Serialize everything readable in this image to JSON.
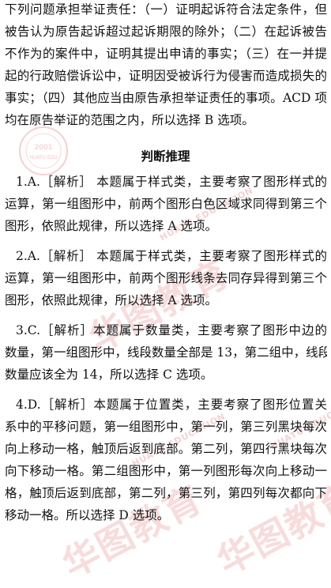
{
  "top_paragraph": [
    "下列问题承担举证责任：（一）证明起诉符合法定条件，但",
    "被告认为原告起诉超过起诉期限的除外；（二）在起诉被告",
    "不作为的案件中，证明其提出申请的事实；（三）在一并提",
    "起的行政赔偿诉讼中，证明因受被诉行为侵害而造成损失的",
    "事实；（四）其他应当由原告承担举证责任的事项。ACD 项",
    "均在原告举证的范围之内，所以选择 B 选项。"
  ],
  "section_title": "判断推理",
  "answers": [
    {
      "lines": [
        "1.A.［解析］ 本题属于样式类，主要考察了图形样式的",
        "运算，第一组图形中，前两个图形白色区域求同得到第三个",
        "图形，依照此规律，所以选择 A 选项。"
      ]
    },
    {
      "lines": [
        "2.A.［解析］ 本题属于样式类，主要考察了图形样式的",
        "运算，第一组图形中，前两个图形线条去同存异得到第三个",
        "图形，依照此规律，所以选择 A 选项。"
      ]
    },
    {
      "lines": [
        "3.C.［解析］本题属于数量类，主要考察了图形中边的",
        "数量，第一组图形中，线段数量全部是 13，第二组中，线段",
        "数量应该全为 14，所以选择 C 选项。"
      ]
    },
    {
      "lines": [
        "4.D.［解析］本题属于位置类，主要考察了图形位置关",
        "系中的平移问题，第一组图形中，第一列，第三列黑块每次",
        "向上移动一格，触顶后返到底部。第二列，第四行黑块每次",
        "向下移动一格。第二组图形中，第一列图形每次向上移动一",
        "格，触顶后返到底部，第二列，第三列，第四列每次都向下",
        "移动一格。所以选择 D 选项。"
      ]
    }
  ],
  "watermark": {
    "cn": "华图教育",
    "en": "HUATU EDUCATION",
    "seal_year": "2001",
    "seal_text": "HUATU EDU",
    "color": "#eb9696"
  }
}
